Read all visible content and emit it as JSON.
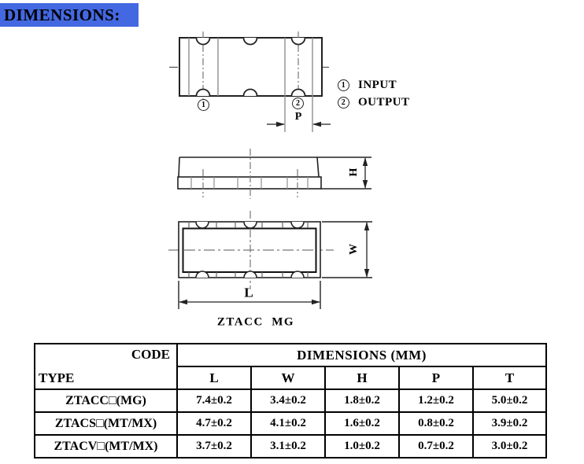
{
  "page": {
    "title": "DIMENSIONS:"
  },
  "colors": {
    "header_bg": "#4368E1",
    "line": "#222222"
  },
  "drawing": {
    "pins": [
      {
        "num": "1",
        "label": "INPUT"
      },
      {
        "num": "2",
        "label": "OUTPUT"
      }
    ],
    "dims": {
      "p": "P",
      "h": "H",
      "w": "W",
      "l": "L"
    },
    "caption": "ZTACC  MG"
  },
  "table": {
    "corner": {
      "code": "CODE",
      "type": "TYPE"
    },
    "group_header": "DIMENSIONS (MM)",
    "columns": [
      "L",
      "W",
      "H",
      "P",
      "T"
    ],
    "rows": [
      {
        "type": "ZTACC□(MG)",
        "values": [
          "7.4±0.2",
          "3.4±0.2",
          "1.8±0.2",
          "1.2±0.2",
          "5.0±0.2"
        ]
      },
      {
        "type": "ZTACS□(MT/MX)",
        "values": [
          "4.7±0.2",
          "4.1±0.2",
          "1.6±0.2",
          "0.8±0.2",
          "3.9±0.2"
        ]
      },
      {
        "type": "ZTACV□(MT/MX)",
        "values": [
          "3.7±0.2",
          "3.1±0.2",
          "1.0±0.2",
          "0.7±0.2",
          "3.0±0.2"
        ]
      }
    ]
  }
}
